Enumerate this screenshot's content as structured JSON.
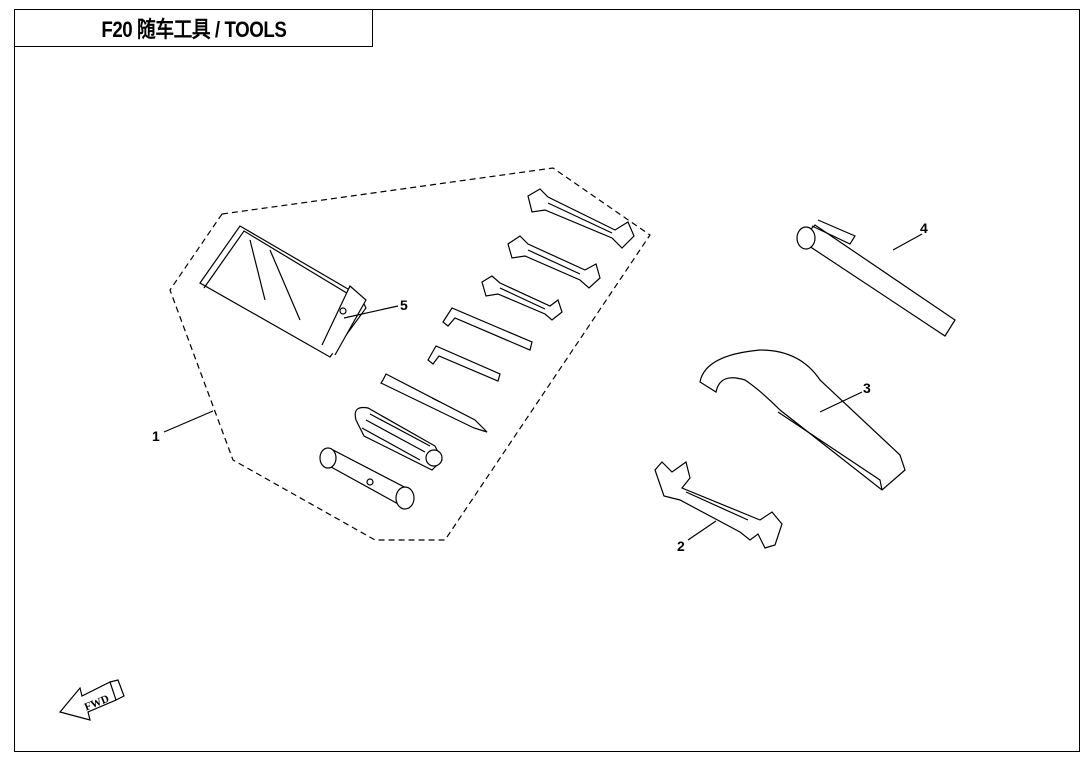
{
  "title": "F20 随车工具 / TOOLS",
  "callouts": [
    "1",
    "2",
    "3",
    "4",
    "5"
  ],
  "fwd_label": "FWD"
}
